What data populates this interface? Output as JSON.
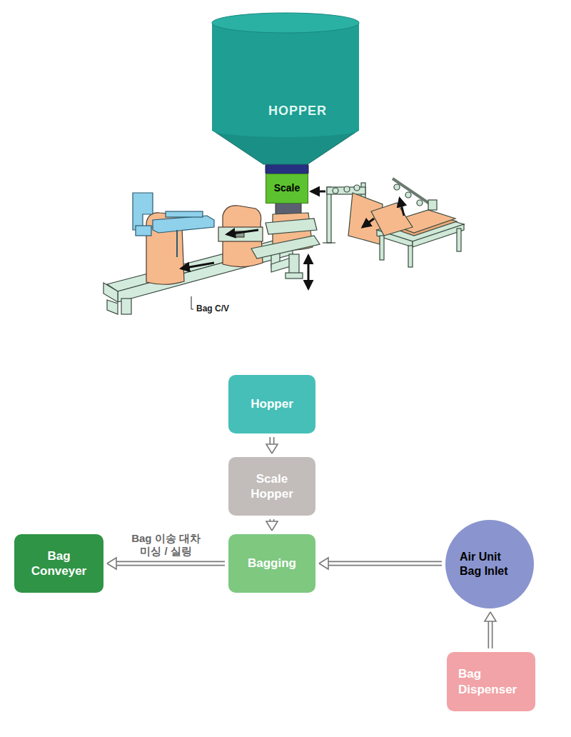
{
  "diagram": {
    "nodes": [
      {
        "text": [
          "HOPPER"
        ]
      },
      {
        "text": [
          "Scale"
        ]
      },
      {
        "text": [
          "Hopper"
        ]
      },
      {
        "text": [
          "Scale Hopper"
        ]
      },
      {
        "text": [
          "Bagging"
        ]
      },
      {
        "text": [
          "Bag Conveyer"
        ]
      },
      {
        "text": [
          "Air Unit Bag Inlet"
        ]
      },
      {
        "text": [
          "Bag Dispenser"
        ]
      }
    ],
    "edges": [
      {
        "from": 2,
        "to": 3,
        "arrow": "to"
      },
      {
        "from": 3,
        "to": 4,
        "arrow": "to"
      },
      {
        "from": 4,
        "to": 5,
        "label": "Bag 이송 대차 미싱 / 실링",
        "arrow": "to"
      },
      {
        "from": 6,
        "to": 4,
        "arrow": "to"
      },
      {
        "from": 7,
        "to": 6,
        "arrow": "to"
      }
    ],
    "labels": [
      "Bag C/V"
    ]
  }
}
